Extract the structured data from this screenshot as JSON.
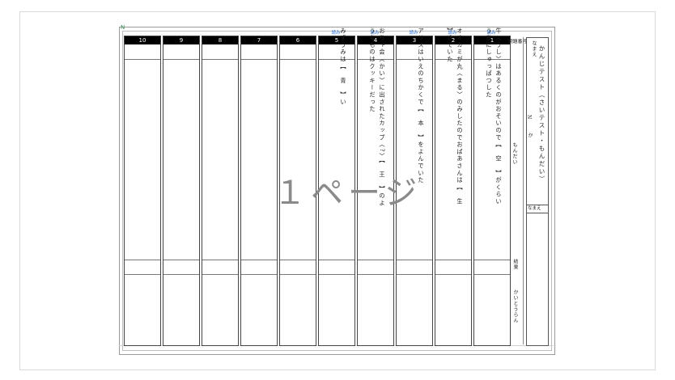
{
  "columns": [
    {
      "number": "10",
      "yomi": "",
      "lines": []
    },
    {
      "number": "9",
      "yomi": "",
      "lines": []
    },
    {
      "number": "8",
      "yomi": "",
      "lines": []
    },
    {
      "number": "7",
      "yomi": "",
      "lines": []
    },
    {
      "number": "6",
      "yomi": "",
      "lines": []
    },
    {
      "number": "5",
      "yomi": "読み",
      "lines": [
        "みずうみは【　青　】い"
      ]
    },
    {
      "number": "4",
      "yomi": "読み",
      "lines": [
        "おちゃ会〈かい〉に出されたカップ〈?〉【　王　】のよ",
        "うなものはクッキーだった"
      ]
    },
    {
      "number": "3",
      "yomi": "読み",
      "lines": [
        "アリスはいえのちかくで【　本　】をよんでいた"
      ]
    },
    {
      "number": "2",
      "yomi": "読み",
      "lines": [
        "オオカミが丸〈まる〉のみしたのでおばあさんは【　生",
        "】きていた"
      ]
    },
    {
      "number": "1",
      "yomi": "読み",
      "lines": [
        "牛〈うし〉はあるくのがおそいので【　空　】がくらい",
        "うちにしゅっぱつした"
      ]
    }
  ],
  "info": {
    "header": "問題番号",
    "mondai": "もんだい",
    "n_label": "N",
    "ka_label": "か",
    "answer": "結果",
    "answer_reading": "かいとうらん"
  },
  "side": {
    "top": "なまえ",
    "title": "かんじテスト（さいテスト・もんだい）",
    "name_label": "なまえ"
  },
  "page_label": "１ページ"
}
